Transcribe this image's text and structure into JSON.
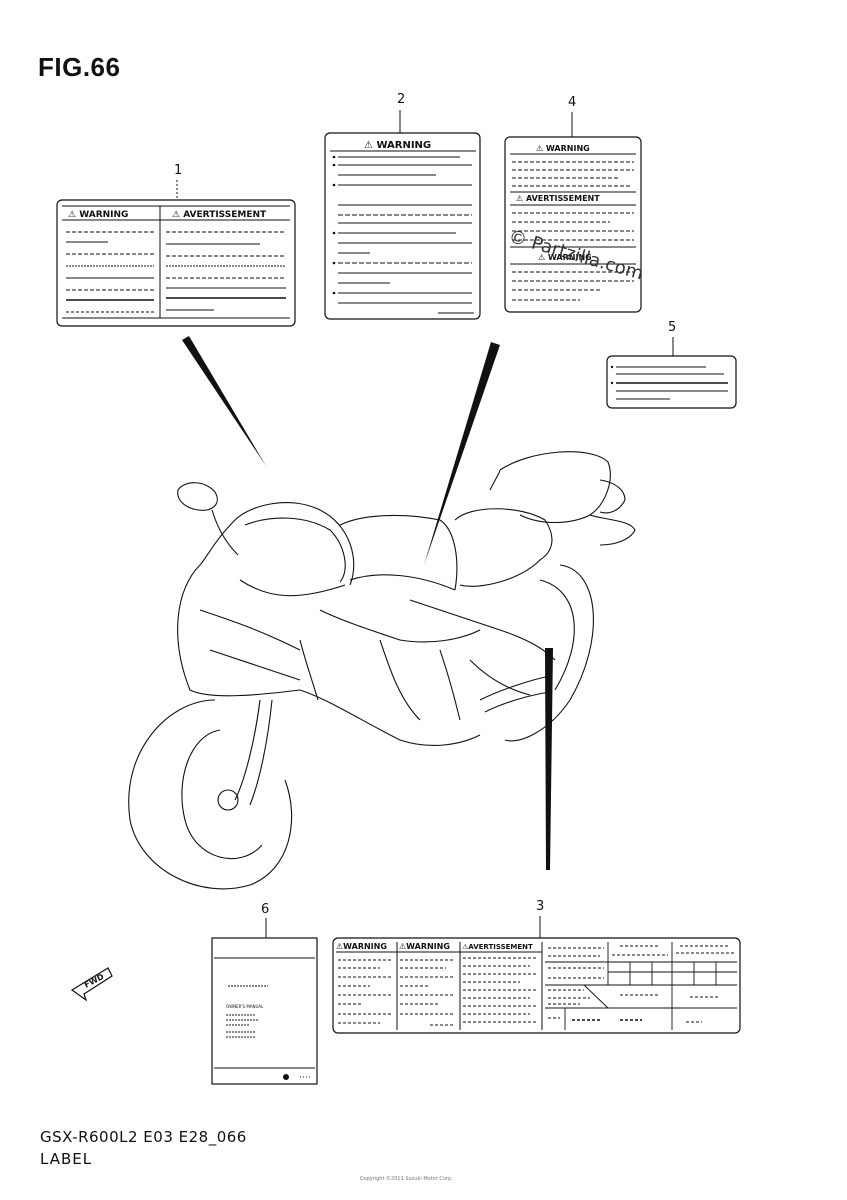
{
  "figure": {
    "title": "FIG.66",
    "model_code": "GSX-R600L2 E03 E28_066",
    "section": "LABEL",
    "watermark": "© Partzilla.com",
    "copyright_note": "Copyright ©2011 Suzuki Motor Corp."
  },
  "callouts": [
    {
      "number": "1"
    },
    {
      "number": "2"
    },
    {
      "number": "3"
    },
    {
      "number": "4"
    },
    {
      "number": "5"
    },
    {
      "number": "6"
    }
  ],
  "labels": {
    "label1": {
      "left_heading": "⚠ WARNING",
      "right_heading": "⚠ AVERTISSEMENT"
    },
    "label2": {
      "heading": "⚠ WARNING"
    },
    "label3": {
      "heading_1": "⚠WARNING",
      "heading_2": "⚠WARNING",
      "heading_3": "⚠AVERTISSEMENT"
    },
    "label4": {
      "heading_1": "⚠ WARNING",
      "heading_2": "⚠ AVERTISSEMENT",
      "heading_3": "⚠ WARNING"
    },
    "label6": {
      "text": "OWNER'S MANUAL"
    }
  },
  "direction_arrow": {
    "text": "FWD"
  },
  "icons": [
    "warning-triangle-icon",
    "forward-arrow-icon",
    "suzuki-logo-icon"
  ]
}
